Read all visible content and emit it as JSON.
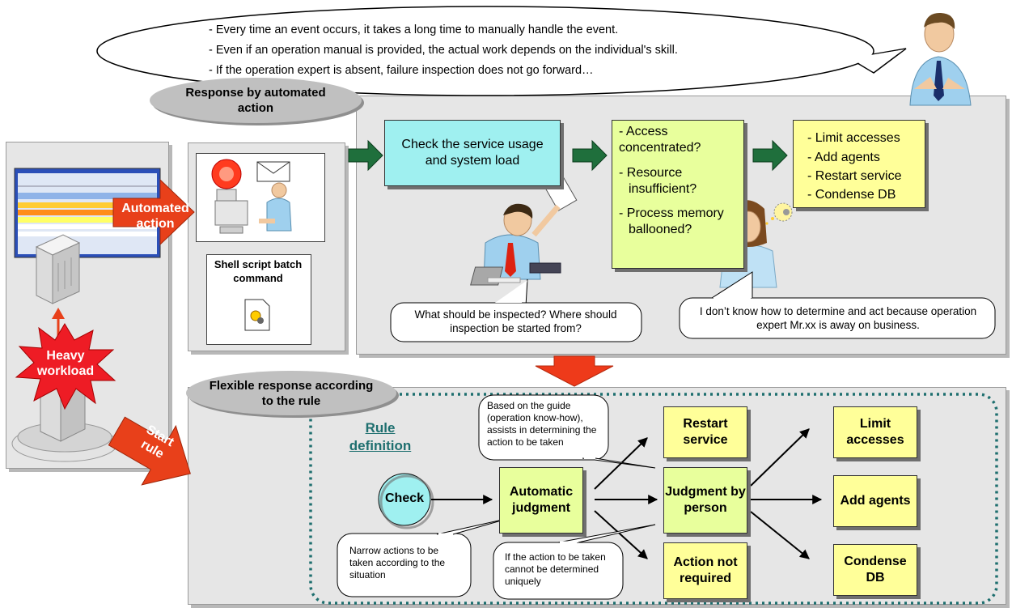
{
  "complaints": [
    "- Every time an event occurs, it takes a long time to manually handle the event.",
    "- Even if an operation manual is provided, the actual work depends on the individual's skill.",
    "- If the operation expert is absent, failure inspection does not go forward…"
  ],
  "top_section": {
    "title": "Response by automated action",
    "shell_script_label": "Shell script batch command",
    "check_box": "Check the service usage and system load",
    "questions": [
      "- Access concentrated?",
      "- Resource insufficient?",
      "- Process memory ballooned?"
    ],
    "actions": [
      "- Limit accesses",
      "- Add agents",
      "- Restart service",
      "- Condense DB"
    ],
    "callout_inspect": "What should be inspected? Where should inspection be started from?",
    "callout_expert": "I don’t know how to determine and act because operation expert Mr.xx is away on business."
  },
  "left_side": {
    "automated_action": "Automated action",
    "heavy_workload": "Heavy workload",
    "start_rule": "Start rule"
  },
  "bottom_section": {
    "title": "Flexible response according to the rule",
    "rule_definition": "Rule definition",
    "check": "Check",
    "automatic_judgment": "Automatic judgment",
    "judgment_by_person": "Judgment by person",
    "restart_service": "Restart service",
    "action_not_required": "Action not required",
    "limit_accesses": "Limit accesses",
    "add_agents": "Add agents",
    "condense_db": "Condense DB",
    "callout_guide": "Based on the guide (operation know-how), assists in determining the action to be taken",
    "callout_narrow": "Narrow actions to be taken according to the situation",
    "callout_unique": "If the action to be taken cannot be determined uniquely"
  },
  "colors": {
    "red_arrow": "#e8401a",
    "green_arrow": "#1f6f3c",
    "cyan_box": "#9ff0f0",
    "lime_box": "#e8ff9c",
    "yellow_box": "#ffff99",
    "rule_border": "#1e6f6f"
  },
  "icons": [
    "man-thinking-icon",
    "operator-alarm-icon",
    "envelope-icon",
    "script-file-icon",
    "server-icon",
    "stressed-man-icon",
    "worried-woman-icon",
    "monitor-screenshot-icon"
  ]
}
